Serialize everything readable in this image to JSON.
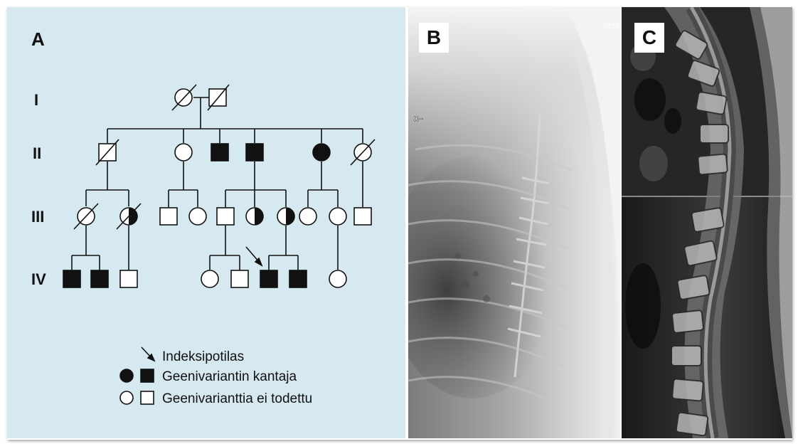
{
  "panels": {
    "a_label": "A",
    "b_label": "B",
    "c_label": "C"
  },
  "pedigree": {
    "generations": [
      "I",
      "II",
      "III",
      "IV"
    ],
    "legend": {
      "index_patient": "Indeksipotilas",
      "carrier": "Geenivariantin kantaja",
      "not_detected": "Geenivarianttia ei todettu"
    },
    "colors": {
      "background": "#d6e8f0",
      "carrier_fill": "#111111",
      "non_carrier_fill": "#ffffff",
      "line": "#111111"
    }
  },
  "xray": {
    "corner_text": "seis",
    "marker_glyph": "⇤"
  }
}
